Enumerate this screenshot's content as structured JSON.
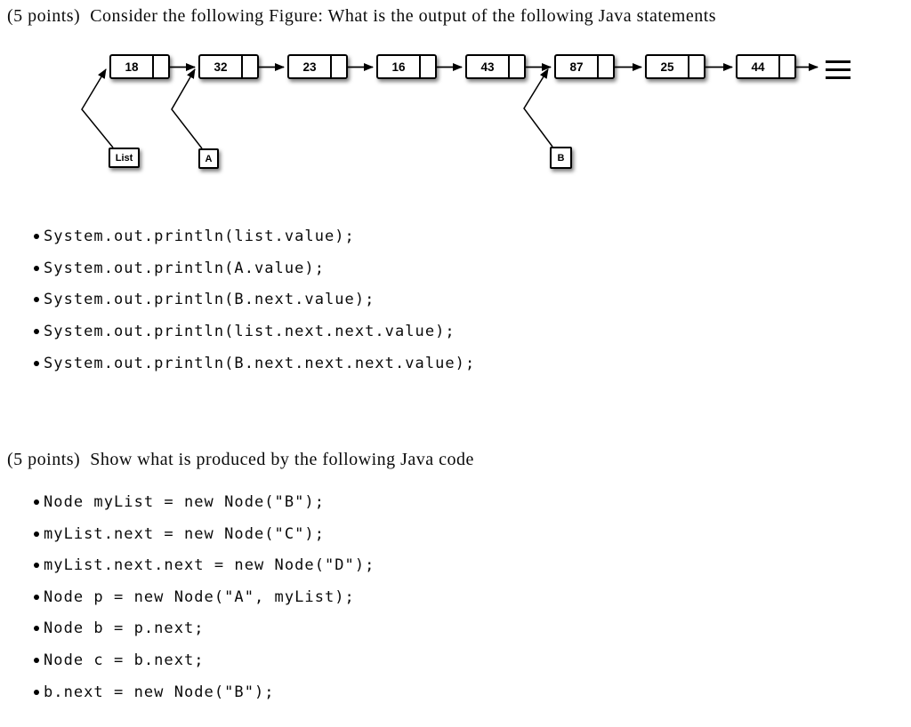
{
  "sections": {
    "q1": {
      "heading": "(5 points)  Consider the following Figure: What is the output of the following Java statements",
      "statements": [
        "System.out.println(list.value);",
        "System.out.println(A.value);",
        "System.out.println(B.next.value);",
        "System.out.println(list.next.next.value);",
        "System.out.println(B.next.next.next.value);"
      ]
    },
    "q2": {
      "heading": "(5 points)  Show what is produced by the following Java code",
      "statements": [
        "Node myList = new Node(\"B\");",
        "myList.next = new Node(\"C\");",
        "myList.next.next = new Node(\"D\");",
        "Node p = new Node(\"A\", myList);",
        "Node b = p.next;",
        "Node c = b.next;",
        "b.next = new Node(\"B\");"
      ]
    }
  },
  "diagram": {
    "nodes": [
      {
        "value": "18"
      },
      {
        "value": "32"
      },
      {
        "value": "23"
      },
      {
        "value": "16"
      },
      {
        "value": "43"
      },
      {
        "value": "87"
      },
      {
        "value": "25"
      },
      {
        "value": "44"
      }
    ],
    "pointers": [
      {
        "text": "List"
      },
      {
        "text": "A"
      },
      {
        "text": "B"
      }
    ],
    "terminator": "null"
  },
  "colors": {
    "ink": "#000000",
    "paper": "#ffffff"
  }
}
